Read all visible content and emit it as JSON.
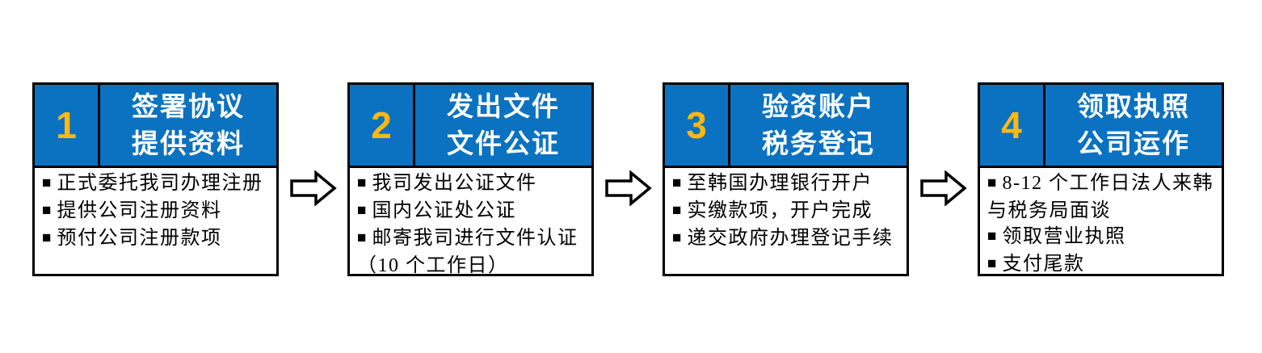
{
  "colors": {
    "header_bg": "#0B72C1",
    "number_color": "#FDB813",
    "border_color": "#000000",
    "header_text": "#FFFFFF",
    "body_text": "#000000",
    "body_bg": "#FFFFFF"
  },
  "bullet_glyph": "■",
  "arrow_icon": "right-block-arrow",
  "steps": [
    {
      "number": "1",
      "title_line1": "签署协议",
      "title_line2": "提供资料",
      "bullets": [
        "正式委托我司办理注册",
        "提供公司注册资料",
        "预付公司注册款项"
      ]
    },
    {
      "number": "2",
      "title_line1": "发出文件",
      "title_line2": "文件公证",
      "bullets": [
        "我司发出公证文件",
        "国内公证处公证",
        "邮寄我司进行文件认证（10 个工作日）"
      ]
    },
    {
      "number": "3",
      "title_line1": "验资账户",
      "title_line2": "税务登记",
      "bullets": [
        "至韩国办理银行开户",
        "实缴款项，开户完成",
        "递交政府办理登记手续"
      ]
    },
    {
      "number": "4",
      "title_line1": "领取执照",
      "title_line2": "公司运作",
      "bullets": [
        "8-12 个工作日法人来韩与税务局面谈",
        "领取营业执照",
        "支付尾款"
      ]
    }
  ]
}
